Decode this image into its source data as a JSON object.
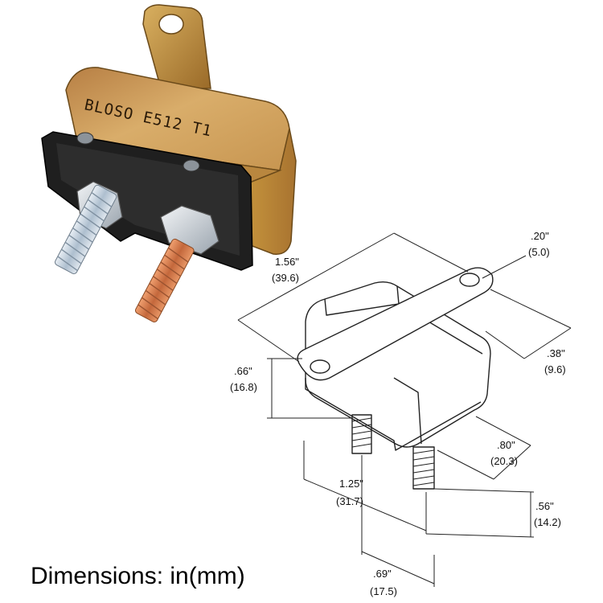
{
  "photo": {
    "marking_text": "BLOSO E512 T1"
  },
  "dimensions": [
    {
      "id": "length",
      "in": "1.56\"",
      "mm": "(39.6)"
    },
    {
      "id": "tab_hole",
      "in": ".20\"",
      "mm": "(5.0)"
    },
    {
      "id": "tab_width",
      "in": ".38\"",
      "mm": "(9.6)"
    },
    {
      "id": "height",
      "in": ".66\"",
      "mm": "(16.8)"
    },
    {
      "id": "width",
      "in": ".80\"",
      "mm": "(20.3)"
    },
    {
      "id": "stud_spacing",
      "in": "1.25\"",
      "mm": "(31.7)"
    },
    {
      "id": "stud_length",
      "in": ".56\"",
      "mm": "(14.2)"
    },
    {
      "id": "stud_offset",
      "in": ".69\"",
      "mm": "(17.5)"
    }
  ],
  "caption": "Dimensions: in(mm)",
  "colors": {
    "case_gold": "#c89a55",
    "case_shadow": "#8a5a2c",
    "base_black": "#1e1e1e",
    "stud_silver": "#c7d3de",
    "stud_copper": "#d47a4a",
    "line": "#222222"
  }
}
